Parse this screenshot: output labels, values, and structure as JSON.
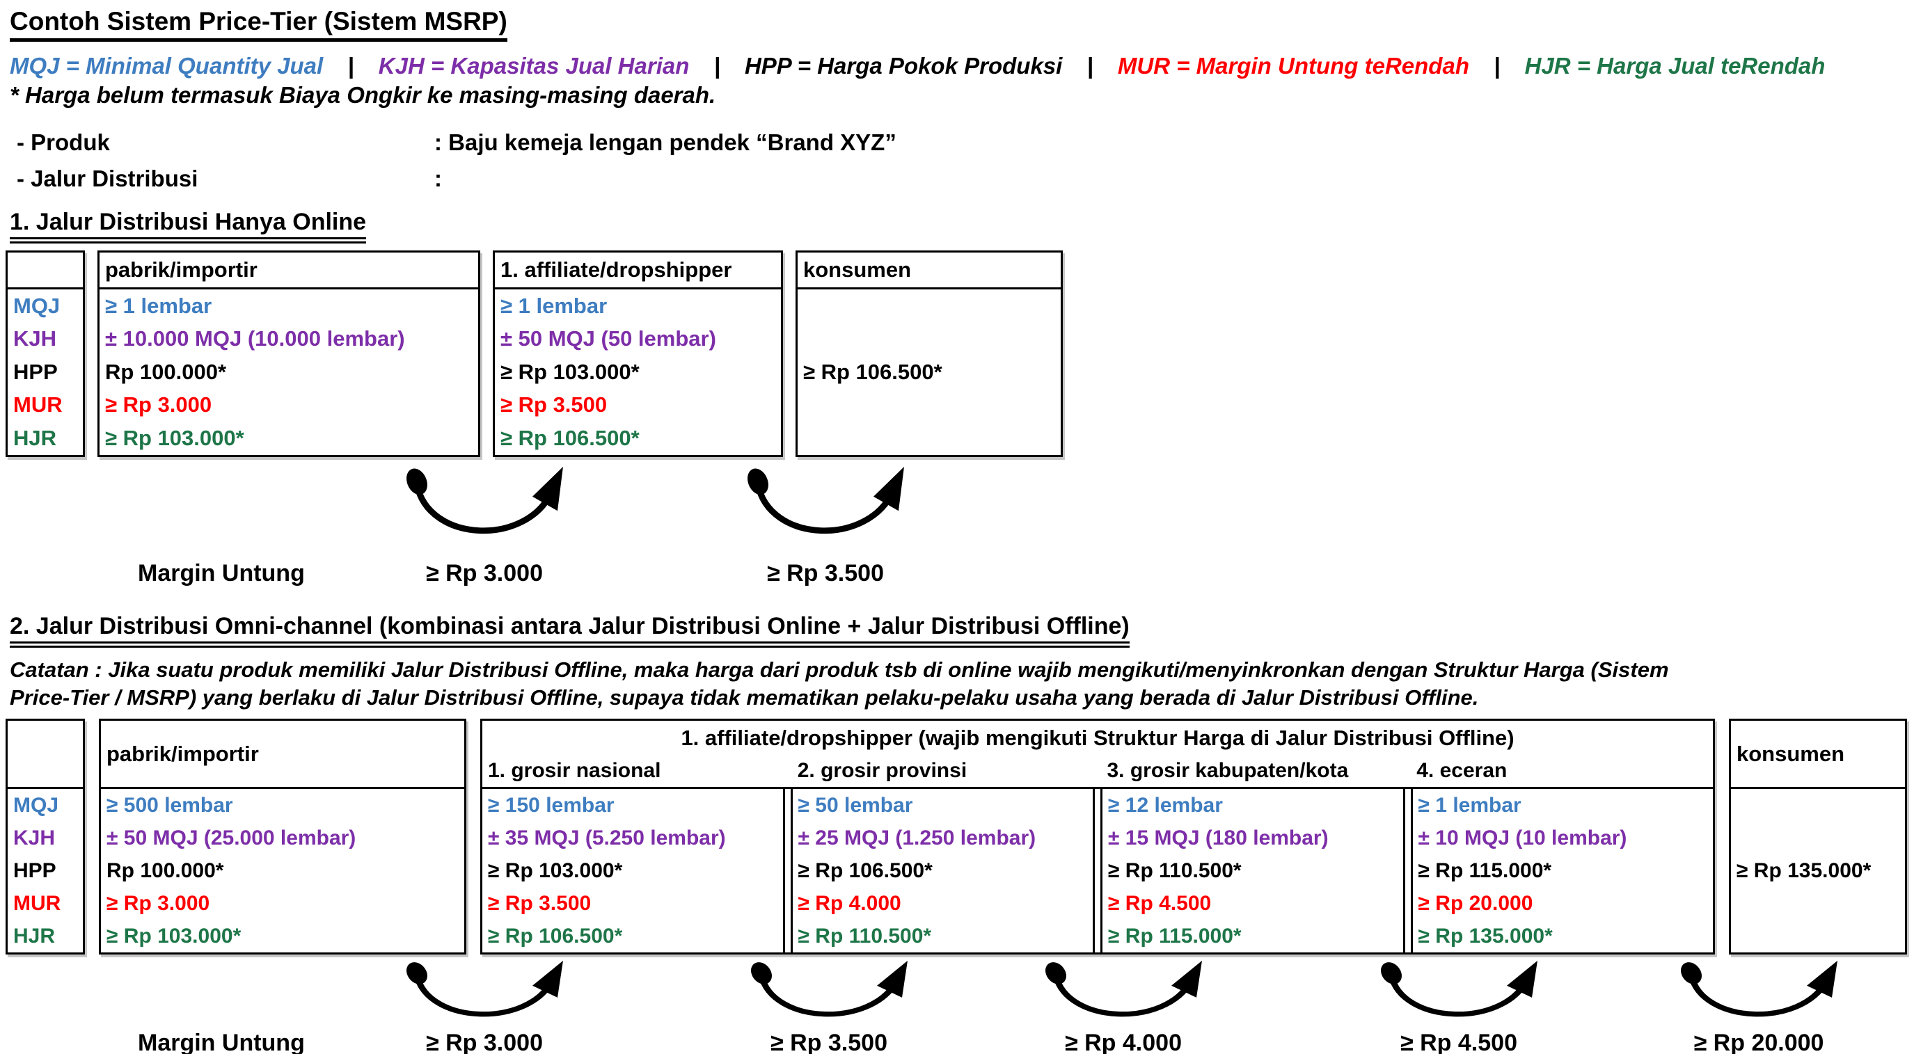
{
  "colors": {
    "mqj_blue": "#3E7DC0",
    "kjh_purple": "#7D2EA8",
    "hpp_black": "#000000",
    "mur_red": "#FF0000",
    "hjr_green": "#1E7648"
  },
  "header": {
    "title": "Contoh Sistem Price-Tier (Sistem MSRP)",
    "legend_items": [
      "MQJ = Minimal Quantity Jual",
      "KJH = Kapasitas Jual Harian",
      "HPP = Harga Pokok Produksi",
      "MUR = Margin Untung teRendah",
      "HJR = Harga Jual teRendah"
    ],
    "legend_separator": "|",
    "note": "* Harga belum termasuk Biaya Ongkir ke masing-masing daerah.",
    "product_label": "- Produk",
    "product_value": ": Baju kemeja lengan pendek “Brand XYZ”",
    "distribution_label": "- Jalur Distribusi",
    "distribution_value": ":"
  },
  "row_labels": [
    "MQJ",
    "KJH",
    "HPP",
    "MUR",
    "HJR"
  ],
  "section1": {
    "heading": "1. Jalur Distribusi Hanya Online",
    "table": {
      "pabrik": {
        "header": "pabrik/importir",
        "mqj": "≥ 1 lembar",
        "kjh": "± 10.000 MQJ (10.000 lembar)",
        "hpp": "Rp 100.000*",
        "mur": "≥ Rp 3.000",
        "hjr": "≥ Rp 103.000*"
      },
      "affiliate": {
        "header": "1. affiliate/dropshipper",
        "mqj": "≥ 1 lembar",
        "kjh": "± 50 MQJ (50 lembar)",
        "hpp": "≥ Rp 103.000*",
        "mur": "≥ Rp 3.500",
        "hjr": "≥ Rp 106.500*"
      },
      "konsumen": {
        "header": "konsumen",
        "value": "≥ Rp 106.500*"
      }
    },
    "margin": {
      "label": "Margin Untung",
      "values": [
        "≥ Rp 3.000",
        "≥ Rp 3.500"
      ]
    }
  },
  "section2": {
    "heading": "2. Jalur Distribusi Omni-channel (kombinasi antara Jalur Distribusi Online + Jalur Distribusi Offline)",
    "catatan_line1": "Catatan : Jika suatu produk memiliki Jalur Distribusi Offline, maka harga dari produk tsb di online wajib mengikuti/menyinkronkan dengan Struktur Harga (Sistem",
    "catatan_line2": "Price-Tier / MSRP) yang berlaku di Jalur Distribusi Offline, supaya tidak mematikan pelaku-pelaku usaha yang berada di Jalur Distribusi Offline.",
    "table": {
      "pabrik": {
        "header": "pabrik/importir",
        "mqj": "≥ 500 lembar",
        "kjh": "± 50 MQJ (25.000 lembar)",
        "hpp": "Rp 100.000*",
        "mur": "≥ Rp 3.000",
        "hjr": "≥ Rp 103.000*"
      },
      "group_header": "1. affiliate/dropshipper (wajib mengikuti Struktur Harga di Jalur Distribusi Offline)",
      "subcols": [
        {
          "header": "1. grosir nasional",
          "mqj": "≥ 150 lembar",
          "kjh": "± 35 MQJ (5.250 lembar)",
          "hpp": "≥ Rp 103.000*",
          "mur": "≥ Rp 3.500",
          "hjr": "≥ Rp 106.500*"
        },
        {
          "header": "2. grosir provinsi",
          "mqj": "≥ 50 lembar",
          "kjh": "± 25 MQJ (1.250 lembar)",
          "hpp": "≥ Rp 106.500*",
          "mur": "≥ Rp 4.000",
          "hjr": "≥ Rp 110.500*"
        },
        {
          "header": "3. grosir kabupaten/kota",
          "mqj": "≥ 12 lembar",
          "kjh": "± 15 MQJ (180 lembar)",
          "hpp": "≥ Rp 110.500*",
          "mur": "≥ Rp 4.500",
          "hjr": "≥ Rp 115.000*"
        },
        {
          "header": "4. eceran",
          "mqj": "≥ 1 lembar",
          "kjh": "± 10 MQJ (10 lembar)",
          "hpp": "≥ Rp 115.000*",
          "mur": "≥ Rp 20.000",
          "hjr": "≥ Rp 135.000*"
        }
      ],
      "konsumen": {
        "header": "konsumen",
        "value": "≥ Rp 135.000*"
      }
    },
    "margin": {
      "label": "Margin Untung",
      "values": [
        "≥ Rp 3.000",
        "≥ Rp 3.500",
        "≥ Rp 4.000",
        "≥ Rp 4.500",
        "≥ Rp 20.000"
      ]
    }
  }
}
